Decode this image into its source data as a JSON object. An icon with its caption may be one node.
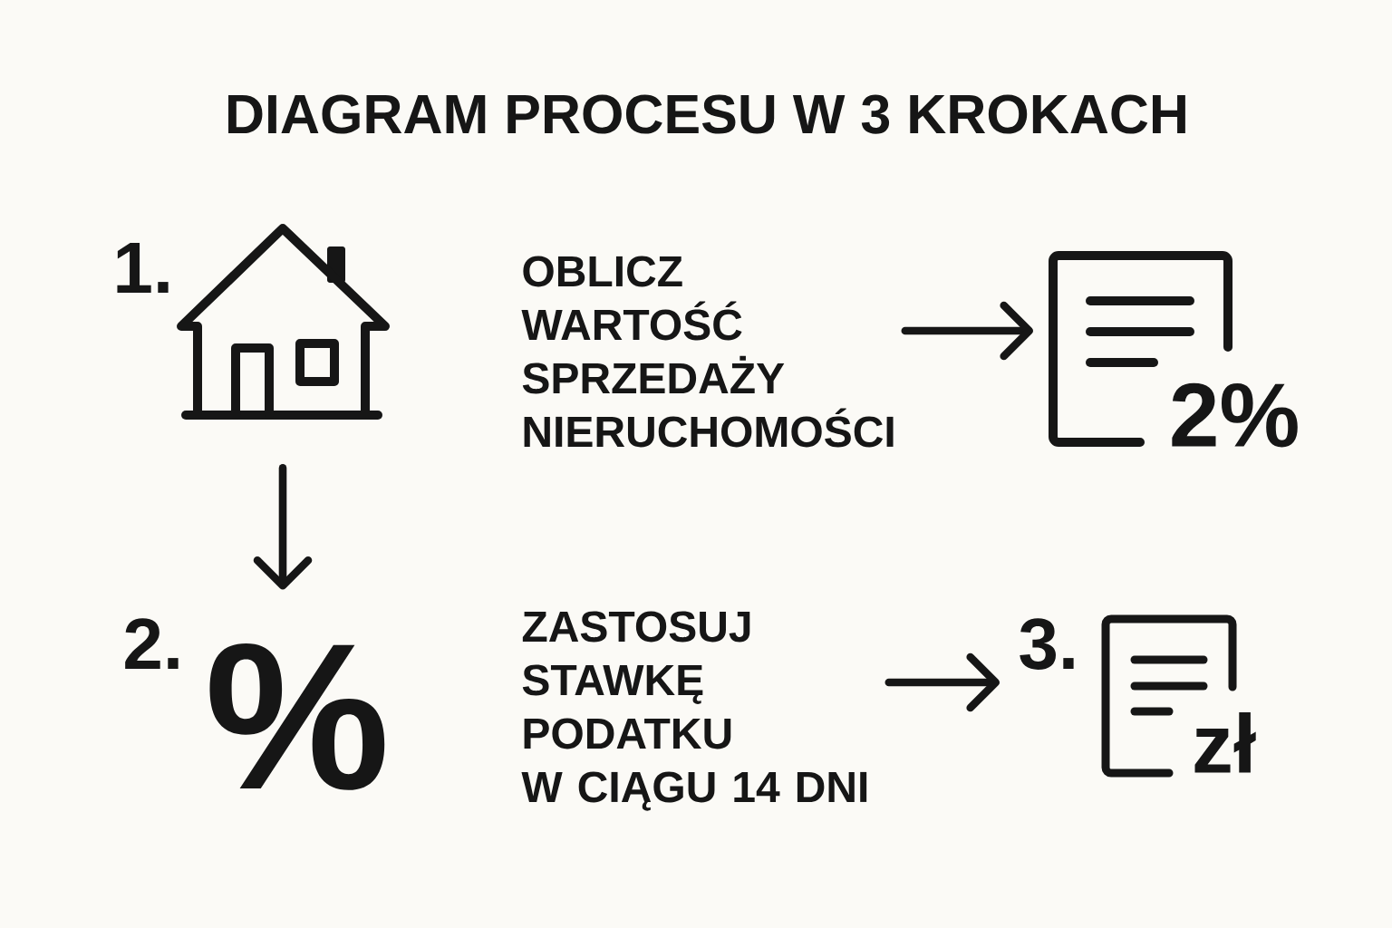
{
  "diagram": {
    "title": "DIAGRAM PROCESU W 3 KROKACH",
    "nodes": [
      {
        "text": [],
        "shape": "picture",
        "beside": [
          "1."
        ]
      },
      {
        "text": [
          "OBLICZ WARTOŚĆ SPRZEDAŻY NIERUCHOMOŚCI"
        ]
      },
      {
        "text": [
          "2%"
        ]
      },
      {
        "text": [
          "%"
        ],
        "beside": [
          "2."
        ]
      },
      {
        "text": [
          "ZASTOSUJ STAWKĘ PODATKU W CIĄGU 14 DNI"
        ]
      },
      {
        "text": [
          "3.",
          "zł"
        ]
      }
    ],
    "edges": [
      {
        "from": 0,
        "to": 3,
        "arrow": "to"
      },
      {
        "from": 1,
        "to": 2,
        "arrow": "to"
      },
      {
        "from": 4,
        "to": 5,
        "arrow": "to"
      }
    ]
  }
}
